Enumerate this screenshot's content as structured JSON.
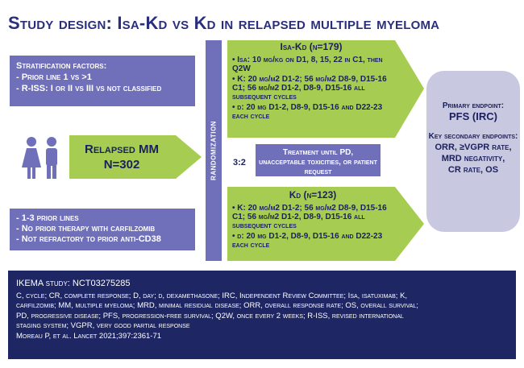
{
  "title": "Study design: Isa-Kd vs Kd in relapsed multiple myeloma",
  "stratification": {
    "heading": "Stratification factors:",
    "items": [
      "- Prior line 1 vs >1",
      "- R-ISS: I or II vs III vs not classified"
    ]
  },
  "population": {
    "line1": "Relapsed MM",
    "line2": "N=302"
  },
  "criteria": {
    "items": [
      "- 1-3 prior lines",
      "- No prior therapy with carfilzomib",
      "- Not refractory to prior anti-CD38"
    ]
  },
  "randomization": {
    "label": "RANDOMIZATION",
    "ratio": "3:2"
  },
  "treatment_note": "Treatment until PD, unacceptable toxicities, or patient request",
  "arm_isa": {
    "title": "Isa-Kd (n=179)",
    "items": [
      "• Isa: 10 mg/kg on D1, 8, 15, 22 in C1, then Q2W",
      "• K: 20 mg/m2 D1-2; 56 mg/m2 D8-9, D15-16 C1; 56 mg/m2 D1-2, D8-9, D15-16 all subsequent cycles",
      "• d: 20 mg D1-2, D8-9, D15-16 and D22-23 each cycle"
    ]
  },
  "arm_kd": {
    "title": "Kd (n=123)",
    "items": [
      "• K: 20 mg/m2 D1-2; 56 mg/m2 D8-9, D15-16 C1; 56 mg/m2 D1-2, D8-9, D15-16 all subsequent cycles",
      "• d: 20 mg D1-2, D8-9, D15-16 and D22-23 each cycle"
    ]
  },
  "endpoints": {
    "primary_label": "Primary endpoint:",
    "primary_value": "PFS (IRC)",
    "secondary_label": "Key secondary endpoints:",
    "secondary_lines": [
      "ORR, ≥VGPR rate,",
      "MRD negativity,",
      "CR rate, OS"
    ]
  },
  "abbreviations": {
    "lines": [
      "IKEMA study: NCT03275285",
      "C, cycle; CR, complete response; D, day; d, dexamethasone; IRC, Independent Review Committee; Isa, isatuximab; K,",
      "carfilzomib; MM, multiple myeloma;  MRD, minimal residual disease; ORR, overall response rate; OS, overall survival;",
      "PD, progressive disease; PFS, progression-free survival; Q2W, once every 2 weeks;  R-ISS, revised international",
      "staging system; VGPR, very good partial response",
      "Moreau P, et al. Lancet 2021;397:2361-71"
    ]
  },
  "colors": {
    "navy": "#1e2763",
    "purple": "#6f6fba",
    "green": "#a6cd52",
    "lavender": "#c8c8e0"
  }
}
